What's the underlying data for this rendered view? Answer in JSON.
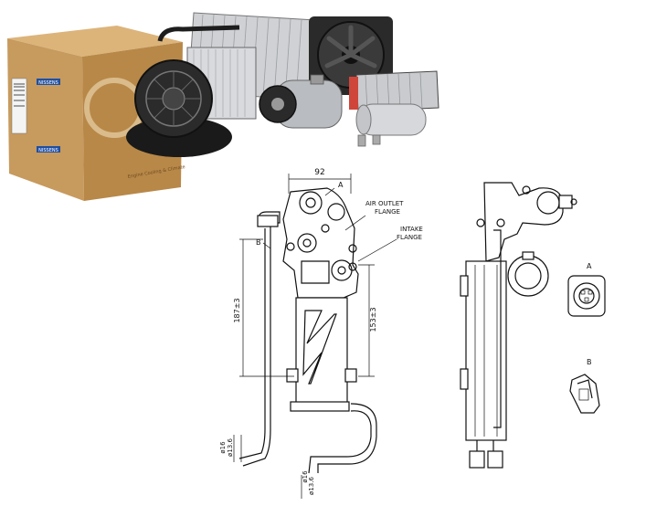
{
  "photo": {
    "box_brand": "NISSENS",
    "box_side_text": "Engine Cooling & Climate",
    "colors": {
      "box": "#c79a5e",
      "box_dark": "#a87a42",
      "metal": "#b9bcc0",
      "black": "#1d1d1d"
    }
  },
  "drawing": {
    "width_label": "92",
    "height_left_label": "187±3",
    "height_right_label": "153±3",
    "annotation_air_outlet": [
      "AIR OUTLET",
      "FLANGE"
    ],
    "annotation_intake": [
      "INTAKE",
      "FLANGE"
    ],
    "view_a_mark": "A",
    "view_b_mark": "B",
    "detail_a_label": "A",
    "detail_b_label": "B",
    "pipe_dims_left": [
      "ø13.6",
      "ø16"
    ],
    "pipe_dims_bottom": [
      "ø16",
      "ø13.6"
    ]
  }
}
